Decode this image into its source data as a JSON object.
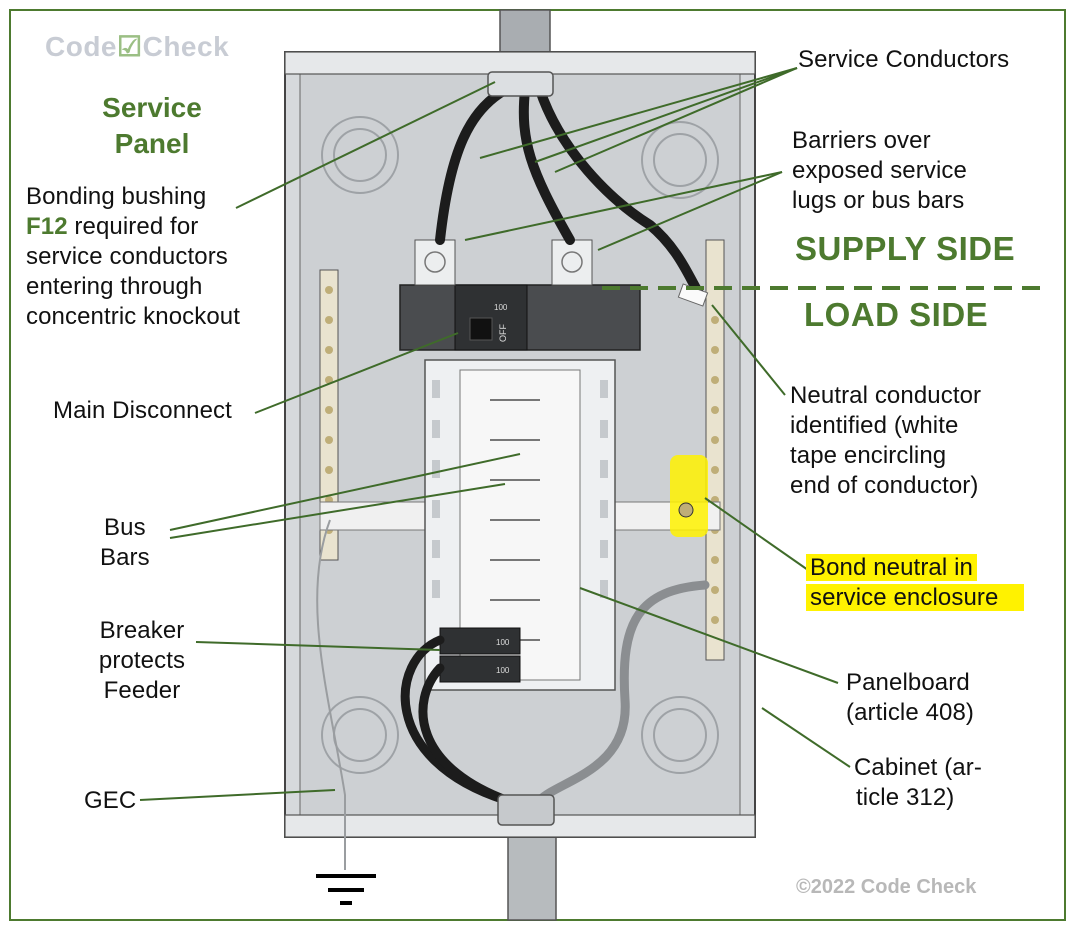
{
  "logo": {
    "left": "Code",
    "right": "Check"
  },
  "title": {
    "line1": "Service",
    "line2": "Panel"
  },
  "labels": {
    "service_conductors": "Service Conductors",
    "barriers": [
      "Barriers over",
      "exposed service",
      "lugs or bus bars"
    ],
    "bonding_bushing": [
      "Bonding bushing",
      "F12",
      " required for",
      "service conductors",
      "entering through",
      "concentric knockout"
    ],
    "main_disconnect": "Main Disconnect",
    "neutral_conductor": [
      "Neutral conductor",
      "identified (white",
      "tape encircling",
      "end of conductor)"
    ],
    "bus_bars": [
      "Bus",
      "Bars"
    ],
    "bond_neutral": [
      "Bond neutral in",
      "service enclosure"
    ],
    "breaker": [
      "Breaker",
      "protects",
      "Feeder"
    ],
    "panelboard": [
      "Panelboard",
      "(article 408)"
    ],
    "cabinet": [
      "Cabinet (ar-",
      "ticle 312)"
    ],
    "gec": "GEC"
  },
  "sides": {
    "supply": "SUPPLY SIDE",
    "load": "LOAD SIDE"
  },
  "breaker_marks": {
    "main_off": "OFF",
    "main_rating": "100",
    "feeder_rating": "100"
  },
  "copyright": "©2022 Code Check",
  "colors": {
    "accent_green": "#4d7a2f",
    "highlight": "#fff200",
    "frame": "#4d7a2f"
  }
}
